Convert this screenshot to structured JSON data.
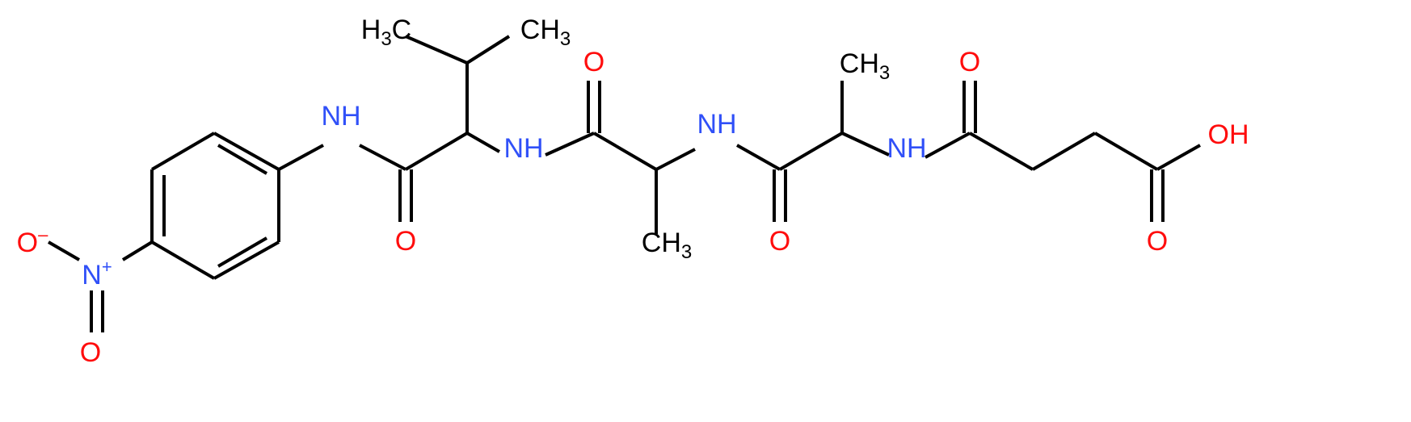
{
  "molecule": {
    "colors": {
      "bond": "#000000",
      "carbon": "#000000",
      "nitrogen": "#3050F8",
      "oxygen": "#FF0D0D"
    },
    "labels": {
      "h3c_left": "H3C",
      "ch3_right_top": "CH3",
      "nh_anilide": "NH",
      "nh_val": "NH",
      "nh_ala1": "NH",
      "nh_ala2": "NH",
      "o_val": "O",
      "o_ala1": "O",
      "o_ala2": "O",
      "o_succ": "O",
      "ch3_ala1": "CH3",
      "ch3_ala2": "CH3",
      "oh_acid": "OH",
      "o_acid": "O",
      "n_nitro": "N+",
      "o_nitro_minus": "O-",
      "o_nitro": "O"
    }
  }
}
